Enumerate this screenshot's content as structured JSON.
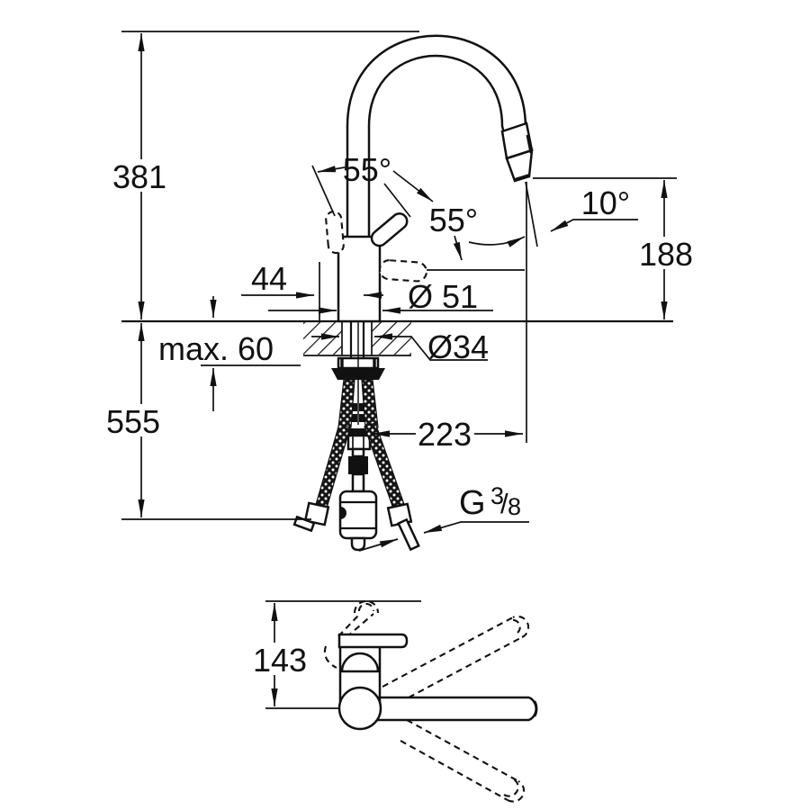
{
  "drawing_type": "kitchen-faucet-installation-dimensional-drawing",
  "colors": {
    "line": "#111111",
    "background": "#ffffff"
  },
  "front_view": {
    "height_above_counter": "381",
    "height_below_counter": "555",
    "counter_thickness": "max. 60",
    "handle_offset": "44",
    "body_diameter": "Ø 51",
    "hole_diameter": "Ø34",
    "outlet_height": "188",
    "spray_angle": "10°",
    "handle_angle": "55°",
    "handle_swing_angle": "55°",
    "spray_reach": "223",
    "thread": {
      "base": "G",
      "numerator": "3",
      "slash": "/",
      "denominator": "8"
    }
  },
  "top_view": {
    "lever_reach": "143"
  }
}
